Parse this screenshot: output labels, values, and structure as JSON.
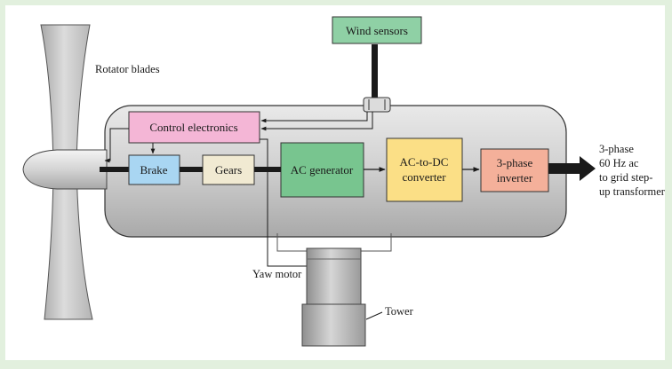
{
  "labels": {
    "rotator_blades": "Rotator blades",
    "wind_sensors": "Wind sensors",
    "control_electronics": "Control electronics",
    "brake": "Brake",
    "gears": "Gears",
    "ac_generator": "AC generator",
    "ac_to_dc_line1": "AC-to-DC",
    "ac_to_dc_line2": "converter",
    "inverter_line1": "3-phase",
    "inverter_line2": "inverter",
    "yaw_motor": "Yaw motor",
    "tower": "Tower",
    "output_line1": "3-phase",
    "output_line2": "60 Hz ac",
    "output_line3": "to grid step-",
    "output_line4": "up transformer"
  },
  "colors": {
    "background": "#e2f0de",
    "wind_sensors": "#8fd0a5",
    "control_electronics": "#f4b6d6",
    "brake": "#a9d6f2",
    "gears": "#f1ead2",
    "ac_generator": "#78c58f",
    "ac_to_dc": "#fbdf86",
    "inverter": "#f4b09a"
  }
}
